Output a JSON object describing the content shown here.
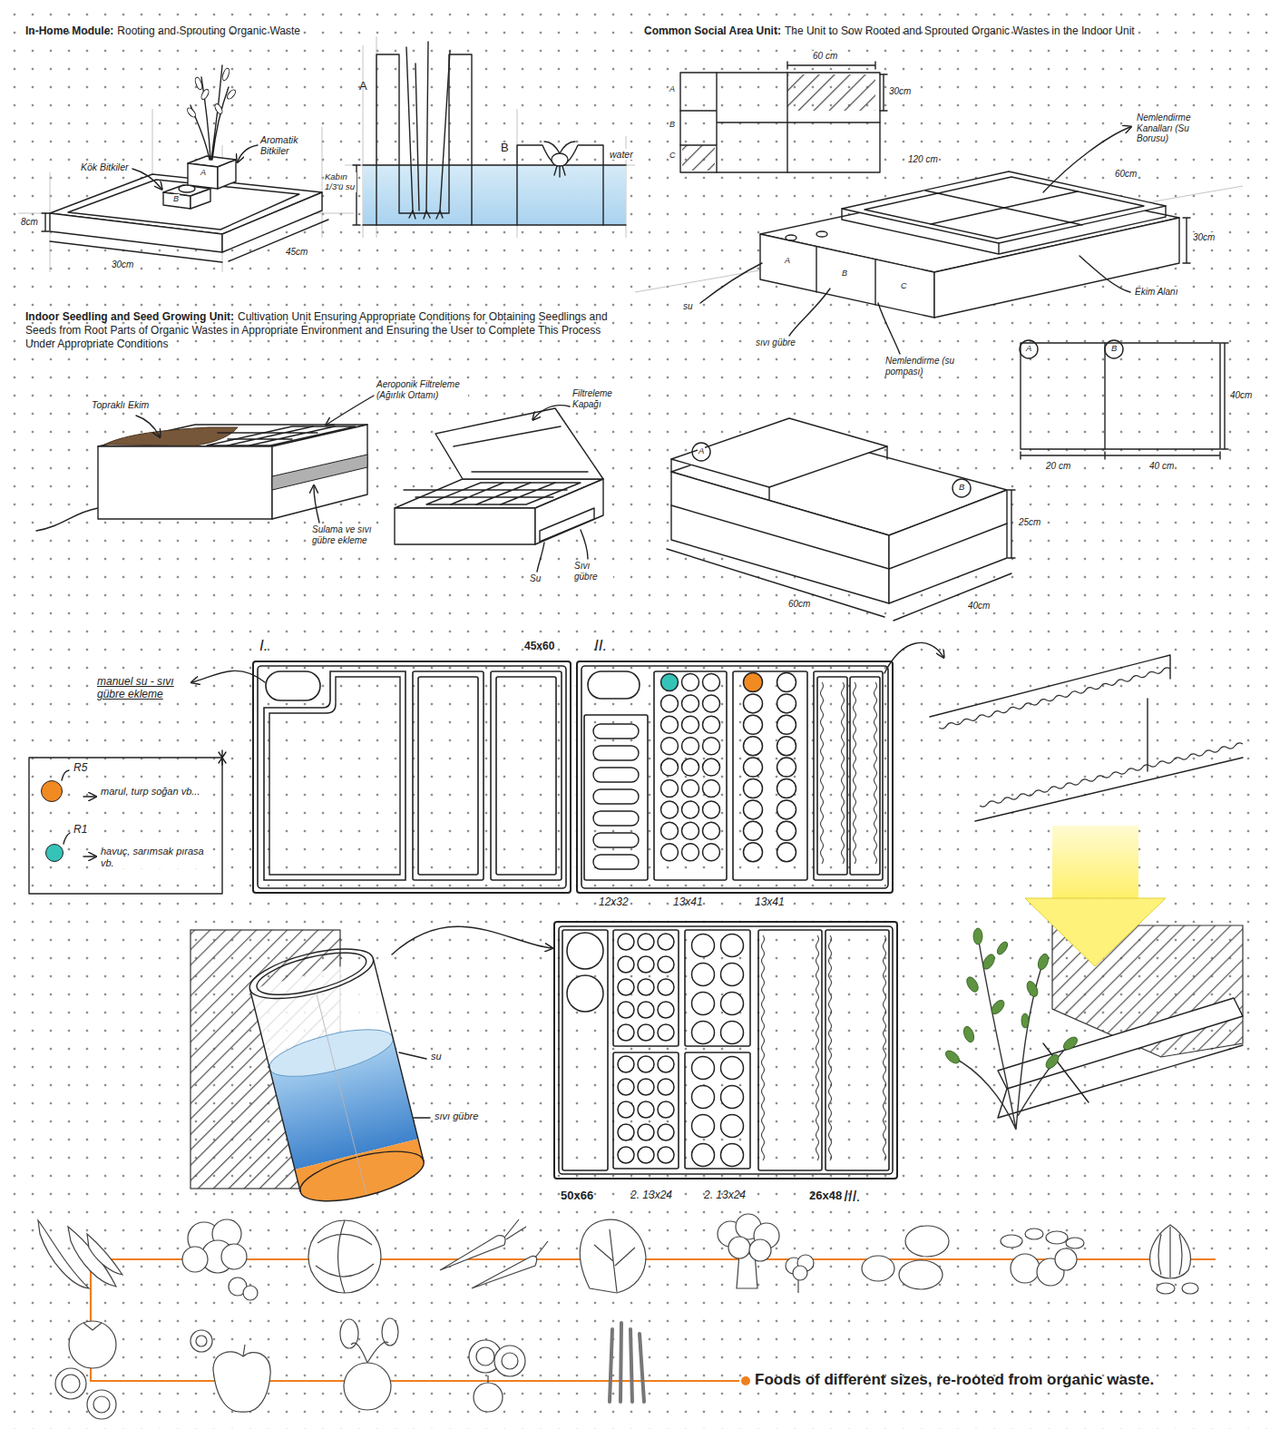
{
  "diagram": {
    "nodes": [
      {
        "text": [
          "I."
        ]
      },
      {
        "text": [
          "II."
        ]
      },
      {
        "text": [
          "III."
        ]
      }
    ],
    "labels": [
      "In-Home Module:",
      "Rooting and Sprouting Organic Waste",
      "Common Social Area Unit:",
      "The Unit to Sow Rooted and Sprouted Organic Wastes in the Indoor Unit",
      "Indoor Seedling and Seed Growing Unit:",
      "Cultivation Unit Ensuring Appropriate Conditions for Obtaining Seedlings and Seeds from Root Parts of Organic Wastes in Appropriate Environment and Ensuring the User to Complete This Process Under Appropriate Conditions",
      "Aromatik Bitkiler",
      "Kök Bitkiler",
      "A",
      "B",
      "8cm",
      "30cm",
      "45cm",
      "Kabın 1/3'ü su",
      "A",
      "B",
      "water",
      "A",
      "B",
      "C",
      "60 cm",
      "30cm",
      "120 cm",
      "60cm",
      "30cm",
      "Nemlendirme Kanalları (Su Borusu)",
      "Ekim Alanı",
      "A",
      "B",
      "C",
      "su",
      "sıvı gübre",
      "Nemlendirme (su pompası)",
      "Topraklı Ekim",
      "Aeroponik Filtreleme (Ağırlık Ortamı)",
      "Sulama ve sıvı gübre ekleme",
      "Filtreleme Kapağı",
      "Su",
      "Sıvı gübre",
      "A",
      "B",
      "60cm",
      "40cm",
      "25cm",
      "A",
      "B",
      "20 cm",
      "40 cm",
      "40cm",
      "45x60",
      "manuel su - sıvı gübre ekleme",
      "marul, turp soğan vb...",
      "havuç, sarımsak pırasa vb.",
      "12x32",
      "13x41",
      "13x41",
      "su",
      "sıvı gübre",
      "50x66",
      "2. 13x24",
      "2. 13x24",
      "26x48",
      "Foods of different sizes, re-rooted from organic waste."
    ],
    "legend": [
      {
        "text": "R5",
        "color": "#f28a22"
      },
      {
        "text": "R1",
        "color": "#35c3b8"
      }
    ]
  }
}
